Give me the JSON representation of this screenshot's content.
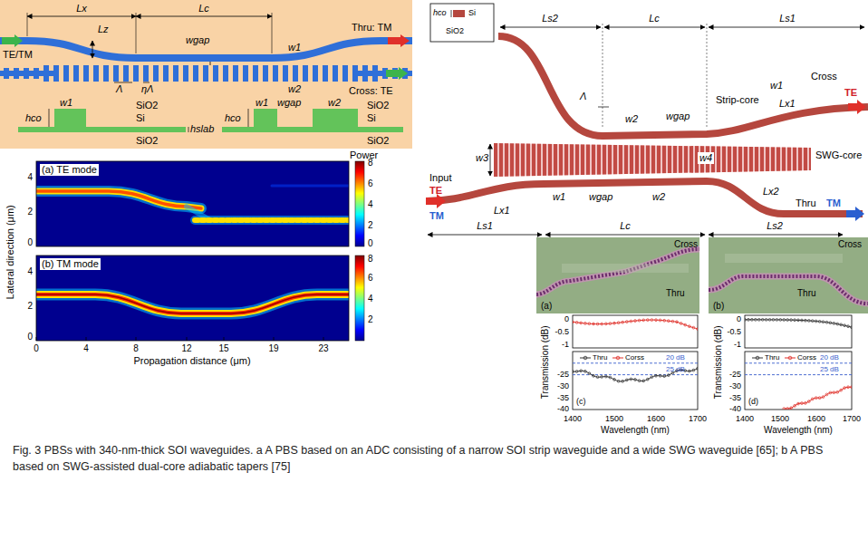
{
  "diagram": {
    "caption": "Fig. 3 PBSs with 340-nm-thick SOI waveguides. a A PBS based on an ADC consisting of a narrow SOI strip waveguide and a wide SWG waveguide [65]; b A PBS based on SWG-assisted dual-core adiabatic tapers [75]",
    "labels": [
      "Lx",
      "Lz",
      "Lc",
      "wgap",
      "w1",
      "w2",
      "Λ",
      "ηΛ",
      "TE/TM",
      "Thru: TM",
      "Cross: TE",
      "SiO2",
      "hco",
      "w1",
      "Si",
      "hslab",
      "SiO2",
      "SiO2",
      "w1",
      "hco",
      "wgap",
      "w2",
      "Si",
      "SiO2",
      "Power",
      "(a) TE mode",
      "8",
      "6",
      "4",
      "2",
      "0",
      "(b) TM mode",
      "8",
      "6",
      "4",
      "2",
      "4",
      "2",
      "0",
      "4",
      "2",
      "0",
      "Lateral direction (μm)",
      "0",
      "4",
      "8",
      "12",
      "15",
      "19",
      "23",
      "Propagation distance (μm)",
      "hco",
      "Si",
      "SiO2",
      "Ls2",
      "Lc",
      "Ls1",
      "Strip-core",
      "Cross",
      "TE",
      "wgap",
      "w1",
      "Lx1",
      "Λ",
      "w2",
      "w3",
      "w4",
      "SWG-core",
      "Input",
      "TE",
      "TM",
      "Lx1",
      "w1",
      "wgap",
      "w2",
      "Lx2",
      "Thru",
      "TM",
      "Ls1",
      "Lc",
      "Ls2",
      "Cross",
      "Thru",
      "(a)",
      "Cross",
      "Thru",
      "(b)",
      "Transmission (dB)",
      "0",
      "-0.5",
      "-1",
      "-25",
      "-30",
      "-35",
      "-40",
      "20 dB",
      "25 dB",
      "(c)",
      "1400",
      "1500",
      "1600",
      "1700",
      "Wavelength (nm)",
      "Transmission (dB)",
      "0",
      "-0.5",
      "-1",
      "-25",
      "-30",
      "-35",
      "-40",
      "20 dB",
      "25 dB",
      "(d)",
      "1400",
      "1500",
      "1600",
      "1700",
      "Wavelength (nm)"
    ],
    "legend": [
      {
        "text": "Thru"
      },
      {
        "text": "Corss"
      },
      {
        "text": "Thru"
      },
      {
        "text": "Corss"
      }
    ]
  }
}
